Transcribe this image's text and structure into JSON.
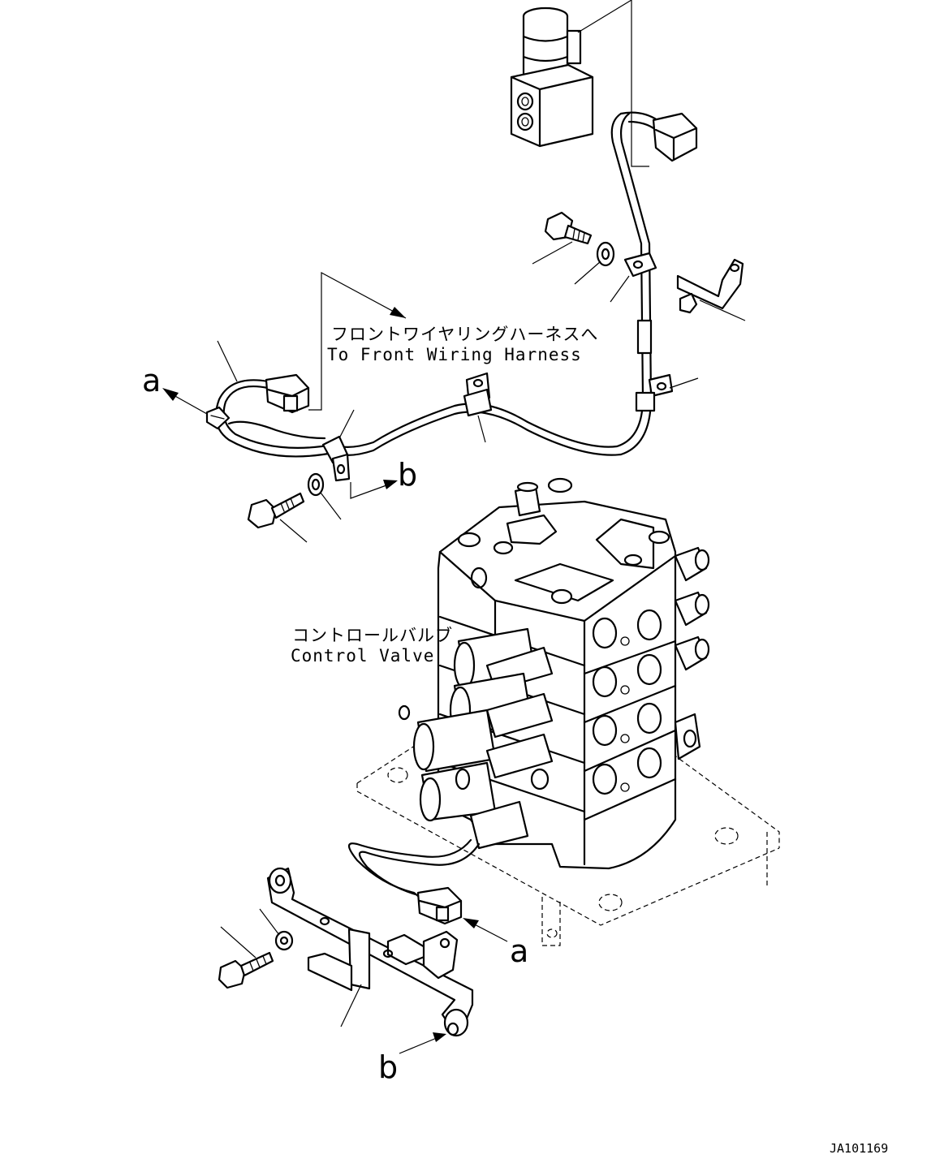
{
  "labels": {
    "harness_jp": "フロントワイヤリングハーネスへ",
    "harness_en": "To Front Wiring Harness",
    "valve_jp": "コントロールバルブ",
    "valve_en": "Control Valve",
    "ref_a_top": "a",
    "ref_b_top": "b",
    "ref_a_bottom": "a",
    "ref_b_bottom": "b",
    "drawing_code": "JA101169"
  },
  "colors": {
    "line": "#000000",
    "background": "#ffffff"
  }
}
